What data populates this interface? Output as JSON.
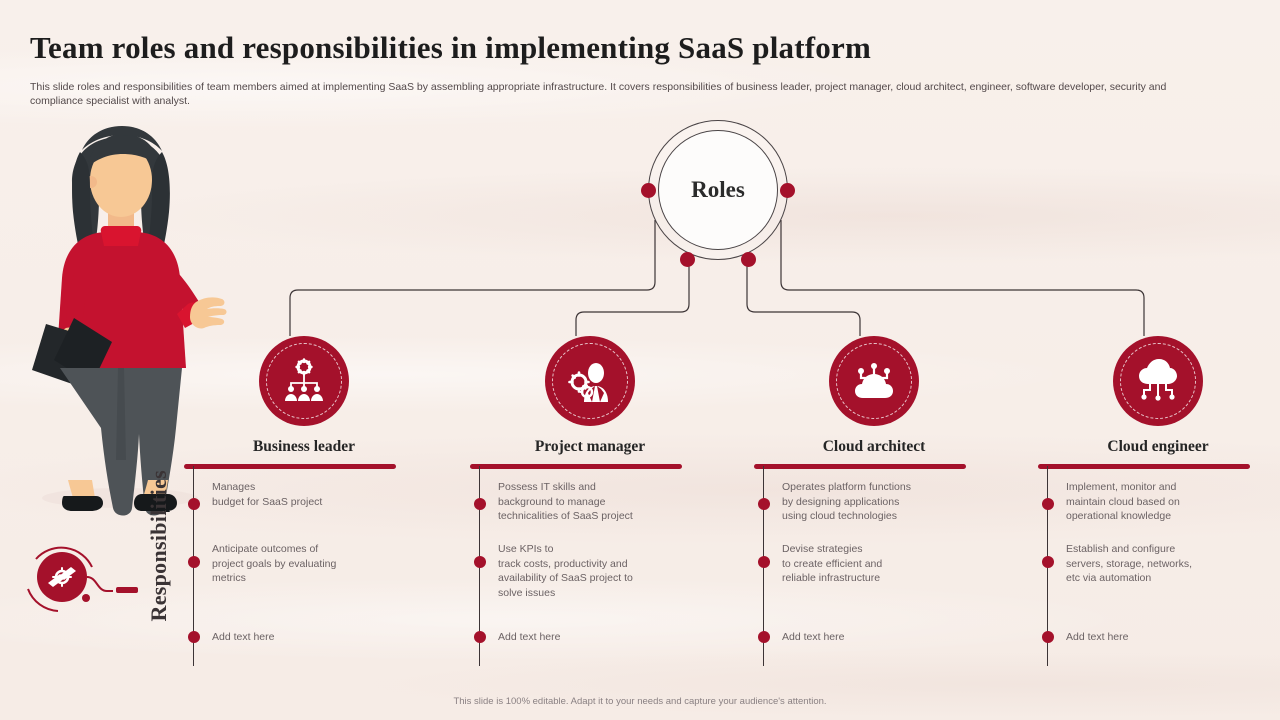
{
  "slide": {
    "title": "Team roles and responsibilities in implementing SaaS platform",
    "subtitle": "This slide roles and responsibilities of team members aimed at implementing SaaS by assembling appropriate infrastructure. It covers responsibilities of business leader, project manager, cloud architect, engineer, software developer, security and compliance specialist with analyst.",
    "footer": "This slide is 100% editable. Adapt it to your needs and capture your audience's attention.",
    "accent_color": "#a4112b",
    "background_color": "#f8f0eb",
    "text_color": "#6b6264"
  },
  "center_node": {
    "label": "Roles"
  },
  "side_label": {
    "text": "Responsibilities",
    "icon": "handshake-gear-icon"
  },
  "columns": [
    {
      "name": "Business leader",
      "icon": "org-gear-people-icon",
      "bullets": [
        "Manages\nbudget for SaaS project",
        "Anticipate outcomes of\nproject goals by evaluating\nmetrics",
        "Add text here"
      ]
    },
    {
      "name": "Project manager",
      "icon": "manager-gear-icon",
      "bullets": [
        "Possess IT skills and\nbackground to manage\ntechnicalities of SaaS project",
        "Use KPIs to\ntrack costs, productivity and\navailability of SaaS project to\nsolve issues",
        "Add text here"
      ]
    },
    {
      "name": "Cloud architect",
      "icon": "cloud-circuit-icon",
      "bullets": [
        "Operates platform functions\nby designing applications\nusing cloud technologies",
        "Devise strategies\nto create efficient and\nreliable infrastructure",
        "Add text here"
      ]
    },
    {
      "name": "Cloud engineer",
      "icon": "cloud-network-icon",
      "bullets": [
        "Implement, monitor and\nmaintain cloud based on\noperational knowledge",
        "Establish and configure\nservers, storage, networks,\netc via automation",
        "Add text here"
      ]
    }
  ],
  "illustration": {
    "name": "businesswoman-presenting-illustration"
  }
}
